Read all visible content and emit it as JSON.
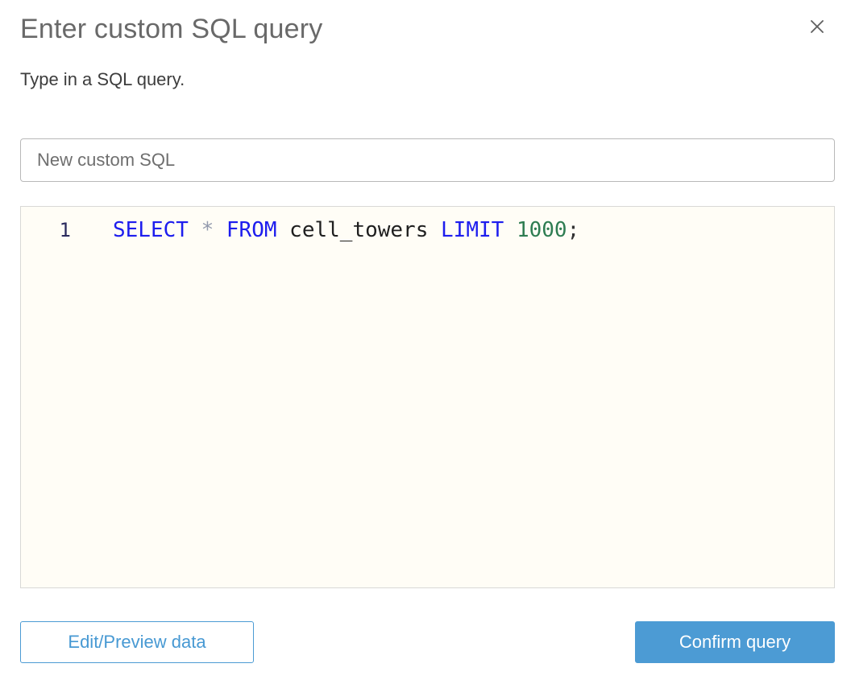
{
  "dialog": {
    "title": "Enter custom SQL query",
    "description": "Type in a SQL query."
  },
  "name_input": {
    "value": "New custom SQL"
  },
  "editor": {
    "line_number": "1",
    "sql_text": "SELECT * FROM cell_towers LIMIT 1000;",
    "tokens": [
      {
        "text": "SELECT",
        "type": "keyword"
      },
      {
        "text": " ",
        "type": "whitespace"
      },
      {
        "text": "*",
        "type": "operator"
      },
      {
        "text": " ",
        "type": "whitespace"
      },
      {
        "text": "FROM",
        "type": "keyword"
      },
      {
        "text": " ",
        "type": "whitespace"
      },
      {
        "text": "cell_towers",
        "type": "identifier"
      },
      {
        "text": " ",
        "type": "whitespace"
      },
      {
        "text": "LIMIT",
        "type": "keyword"
      },
      {
        "text": " ",
        "type": "whitespace"
      },
      {
        "text": "1000",
        "type": "number"
      },
      {
        "text": ";",
        "type": "punctuation"
      }
    ]
  },
  "footer": {
    "edit_preview_label": "Edit/Preview data",
    "confirm_label": "Confirm query"
  },
  "icons": {
    "close": "x-icon"
  },
  "colors": {
    "accent_blue": "#4c9bd4",
    "secondary_button_text": "#4799d3",
    "keyword_blue": "#1d1dee",
    "number_green": "#2e7d52",
    "operator_gray": "#939aad",
    "line_number_navy": "#2b2b5e",
    "title_gray": "#696969",
    "editor_background": "#fffdf6",
    "editor_border": "#d9d9d6",
    "input_border": "#b9b9b9"
  }
}
